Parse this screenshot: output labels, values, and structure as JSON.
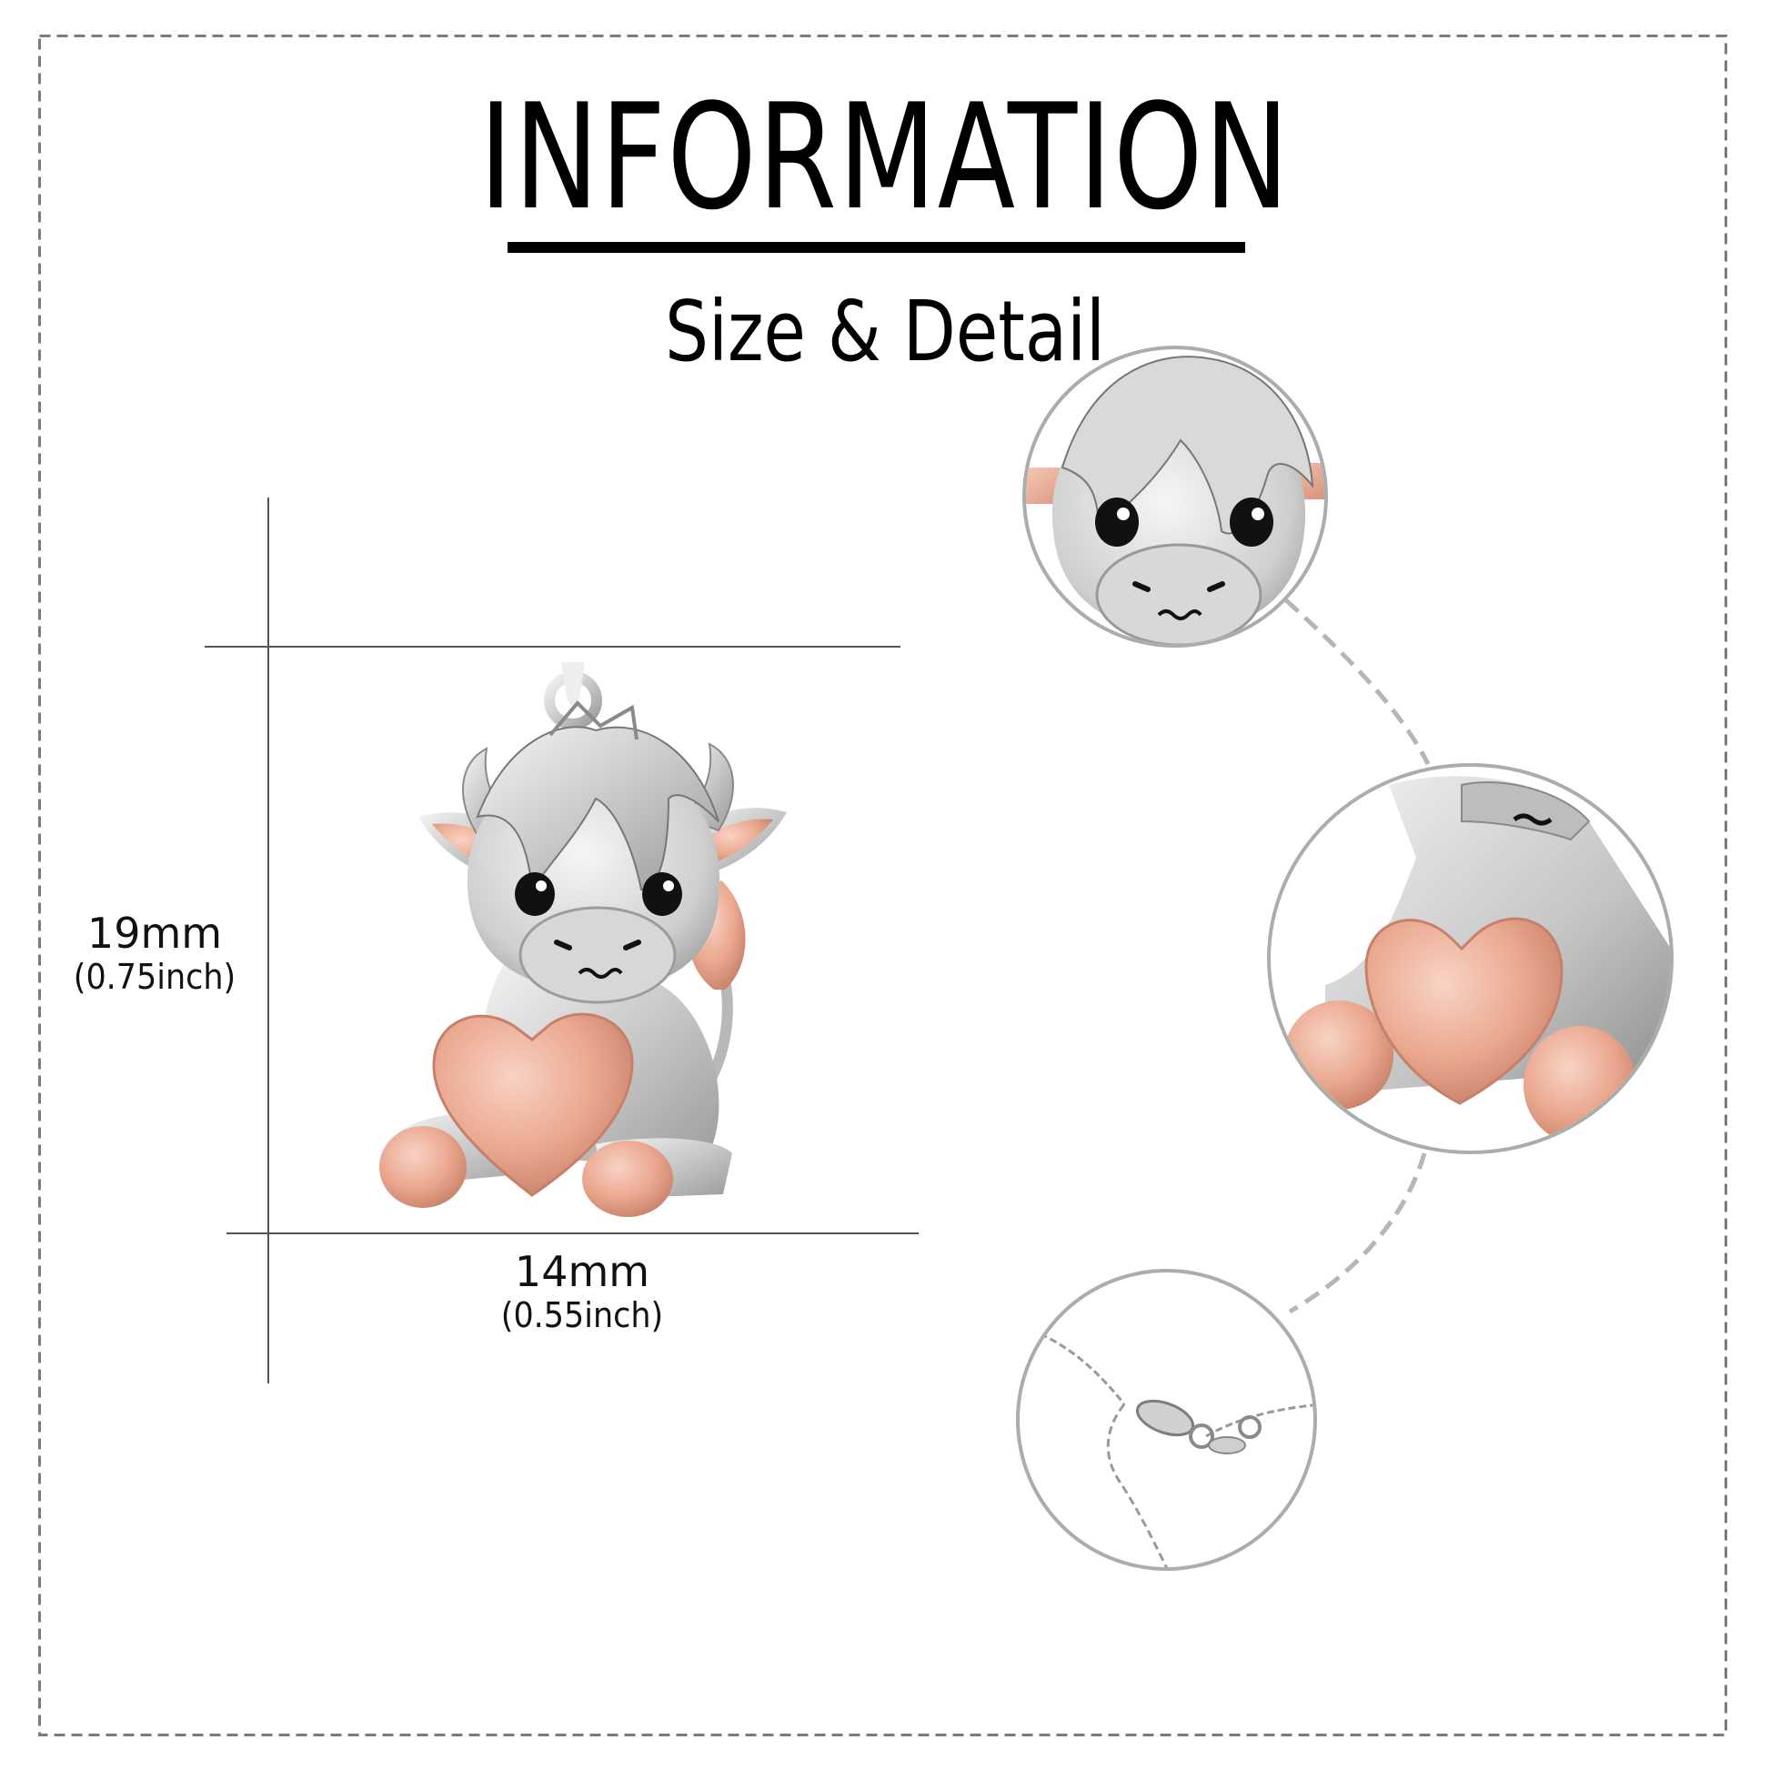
{
  "header": {
    "title": "INFORMATION",
    "subtitle": "Size & Detail"
  },
  "product": {
    "name": "Highland cow pendant holding heart",
    "icon": "cow-pendant-icon",
    "materials": [
      "silver",
      "rose gold"
    ]
  },
  "dimensions": {
    "height": {
      "value": "19mm",
      "imperial": "(0.75inch)"
    },
    "width": {
      "value": "14mm",
      "imperial": "(0.55inch)"
    }
  },
  "details": [
    {
      "label": "cow-face-closeup",
      "icon": "cow-face-icon"
    },
    {
      "label": "heart-and-hooves-closeup",
      "icon": "heart-icon"
    },
    {
      "label": "chain-clasp-closeup",
      "icon": "chain-icon"
    }
  ],
  "colors": {
    "rose_gold": "#e9a88f",
    "rose_gold_dark": "#c7806a",
    "silver": "#d6d6d6",
    "silver_dark": "#7a7a7a",
    "frame_dash": "#7b7b7d",
    "detail_ring": "#a9aeaa",
    "text": "#000000"
  }
}
